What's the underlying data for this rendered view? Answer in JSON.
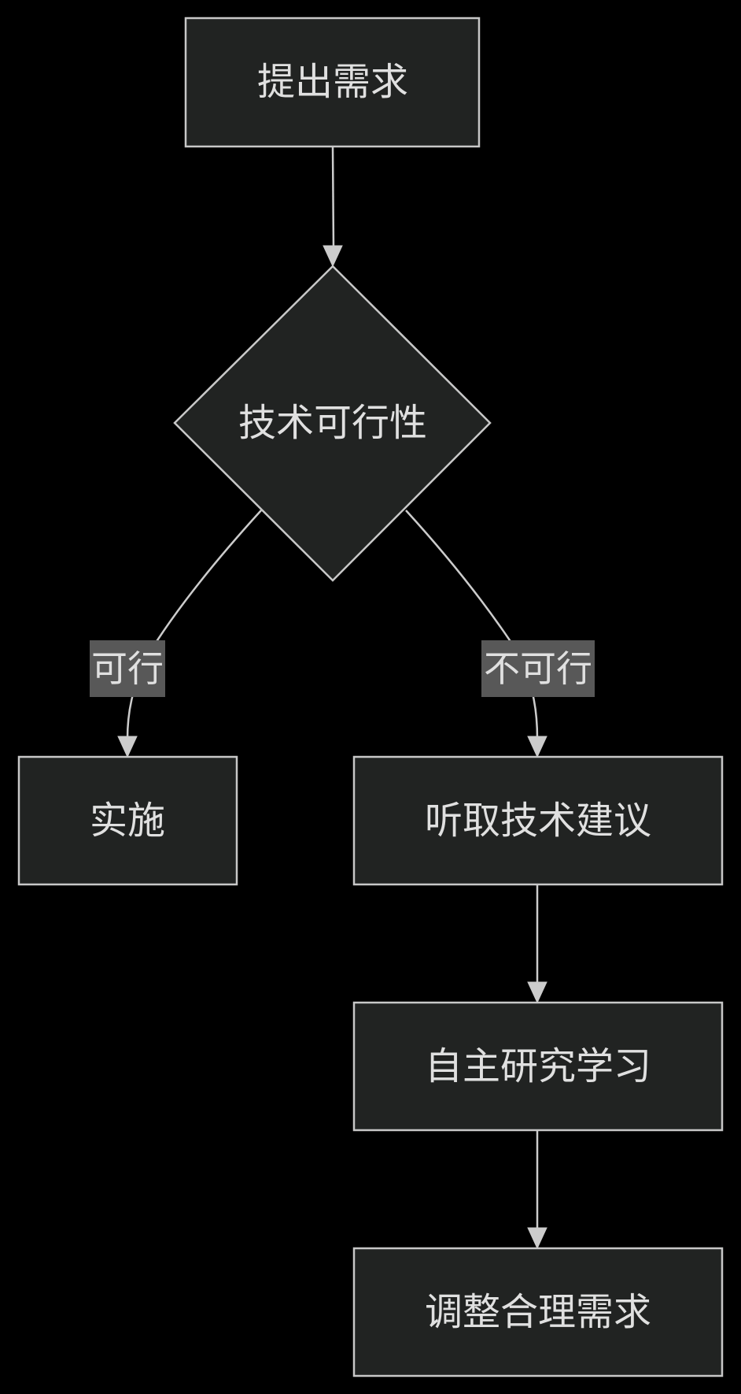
{
  "flowchart": {
    "nodes": {
      "request": {
        "label": "提出需求",
        "shape": "rectangle"
      },
      "feasibility": {
        "label": "技术可行性",
        "shape": "diamond"
      },
      "implement": {
        "label": "实施",
        "shape": "rectangle"
      },
      "advice": {
        "label": "听取技术建议",
        "shape": "rectangle"
      },
      "self_study": {
        "label": "自主研究学习",
        "shape": "rectangle"
      },
      "adjust": {
        "label": "调整合理需求",
        "shape": "rectangle"
      }
    },
    "edges": [
      {
        "from": "request",
        "to": "feasibility",
        "label": ""
      },
      {
        "from": "feasibility",
        "to": "implement",
        "label": "可行"
      },
      {
        "from": "feasibility",
        "to": "advice",
        "label": "不可行"
      },
      {
        "from": "advice",
        "to": "self_study",
        "label": ""
      },
      {
        "from": "self_study",
        "to": "adjust",
        "label": ""
      }
    ],
    "edge_labels": {
      "feasible": "可行",
      "not_feasible": "不可行"
    },
    "colors": {
      "background": "#000000",
      "node_fill": "#212322",
      "node_stroke": "#c8c8c8",
      "text": "#e0e0e0",
      "edge": "#cccccc",
      "edge_label_bg": "#585858"
    }
  }
}
